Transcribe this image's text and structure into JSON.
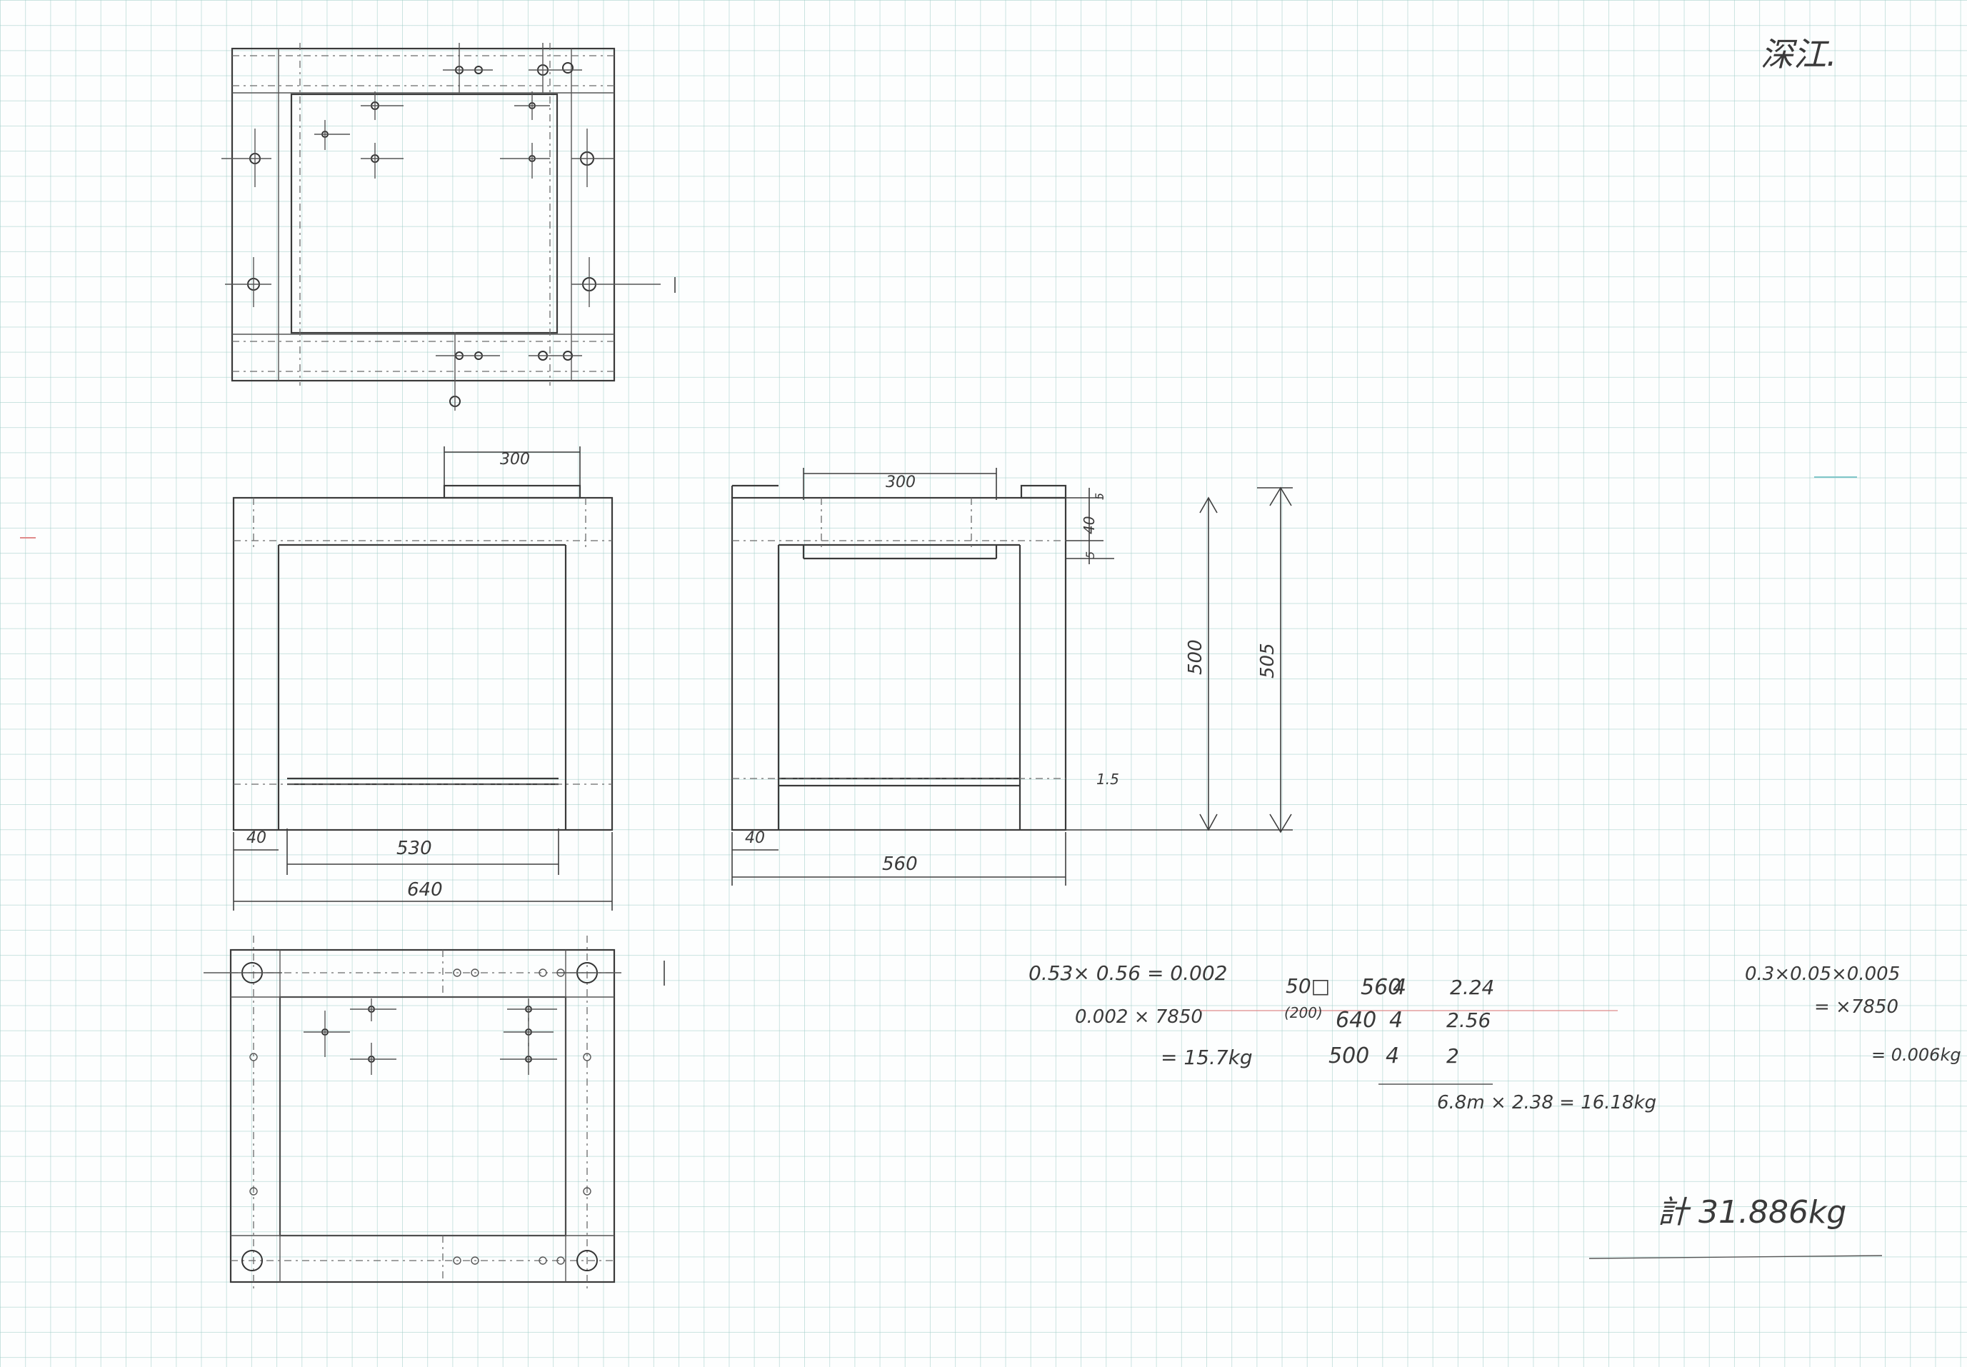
{
  "title_note": "深江.",
  "front_view": {
    "dim_top": "300",
    "dim_left": "40",
    "dim_inner": "530",
    "dim_overall": "640"
  },
  "side_view": {
    "dim_top": "300",
    "dim_40": "40",
    "dim_5a": "5",
    "dim_5b": "5",
    "dim_500": "500",
    "dim_505": "505",
    "dim_15": "1.5",
    "dim_left": "40",
    "dim_overall": "560"
  },
  "calc_plate": {
    "line1": "0.53× 0.56 = 0.002",
    "line2": "0.002 × 7850",
    "line3": "= 15.7kg"
  },
  "calc_members": {
    "section_a": "50□",
    "section_b": "(200)",
    "rows": [
      {
        "len": "560",
        "qty": "4",
        "sum": "2.24"
      },
      {
        "len": "640",
        "qty": "4",
        "sum": "2.56"
      },
      {
        "len": "500",
        "qty": "4",
        "sum": "2"
      }
    ],
    "result": "6.8m × 2.38 = 16.18kg"
  },
  "calc_small": {
    "line1": "0.3×0.05×0.005",
    "line2": "= ×7850",
    "line3": "= 0.006kg"
  },
  "total": "計 31.886kg",
  "colors": {
    "pencil": "#3a3a3a",
    "grid": "#a0cdc8",
    "paper": "#fdfefe",
    "red_rule": "#e08a8a",
    "teal_mark": "#7fc6c8"
  }
}
